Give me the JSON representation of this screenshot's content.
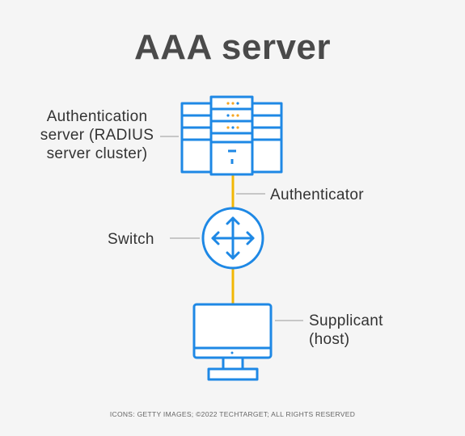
{
  "title": "AAA server",
  "nodes": {
    "auth_server": {
      "label_lines": [
        "Authentication",
        "server (RADIUS",
        "server cluster)"
      ]
    },
    "authenticator": {
      "label": "Authenticator"
    },
    "switch": {
      "label": "Switch"
    },
    "supplicant": {
      "label_lines": [
        "Supplicant",
        "(host)"
      ]
    }
  },
  "footer": "ICONS: GETTY IMAGES; ©2022 TECHTARGET; ALL RIGHTS RESERVED",
  "colors": {
    "icon_blue": "#1e88e5",
    "connector_yellow": "#f2b705",
    "led_orange": "#f5a623",
    "pointer_gray": "#999999",
    "title_gray": "#4a4a4a"
  }
}
